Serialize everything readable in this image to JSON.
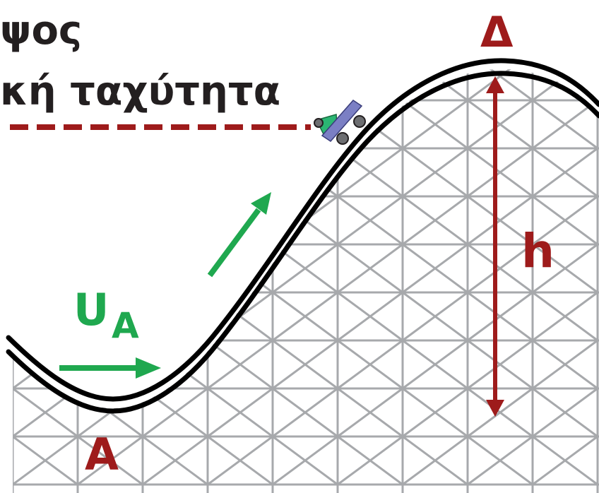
{
  "title": {
    "line1": "ψος",
    "line2": "κή ταχύτητα"
  },
  "labels": {
    "point_a": "A",
    "point_d": "Δ",
    "height": "h",
    "velocity_main": "U",
    "velocity_sub": "A"
  },
  "colors": {
    "background": "#ffffff",
    "text": "#231f20",
    "dark_red": "#9e1b1b",
    "green": "#1fa84f",
    "scaffold": "#a7a9ac",
    "track": "#000000",
    "cart_body": "#7b7fc4",
    "cart_seat": "#2bb673",
    "wheel": "#6d6e71"
  },
  "icons": {
    "cart": "roller-coaster-cart-icon",
    "velocity_arrow": "arrow-right-icon",
    "height_arrow": "double-headed-arrow-icon"
  }
}
